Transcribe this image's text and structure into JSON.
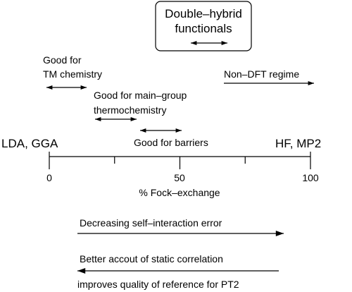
{
  "box": {
    "line1": "Double–hybrid",
    "line2": "functionals"
  },
  "labels": {
    "tm_line1": "Good for",
    "tm_line2": "TM chemistry",
    "non_dft": "Non–DFT regime",
    "main_line1": "Good for main–group",
    "main_line2": "thermochemistry",
    "barriers": "Good for barriers",
    "left_end": "LDA, GGA",
    "right_end": "HF, MP2"
  },
  "axis": {
    "ticks": [
      0,
      25,
      50,
      75,
      100
    ],
    "tick_labels": [
      "0",
      "50",
      "100"
    ],
    "label": "% Fock–exchange"
  },
  "trends": {
    "sie": "Decreasing self–interaction error",
    "static_corr": "Better accout of static correlation",
    "pt2": "improves quality of reference for PT2"
  }
}
